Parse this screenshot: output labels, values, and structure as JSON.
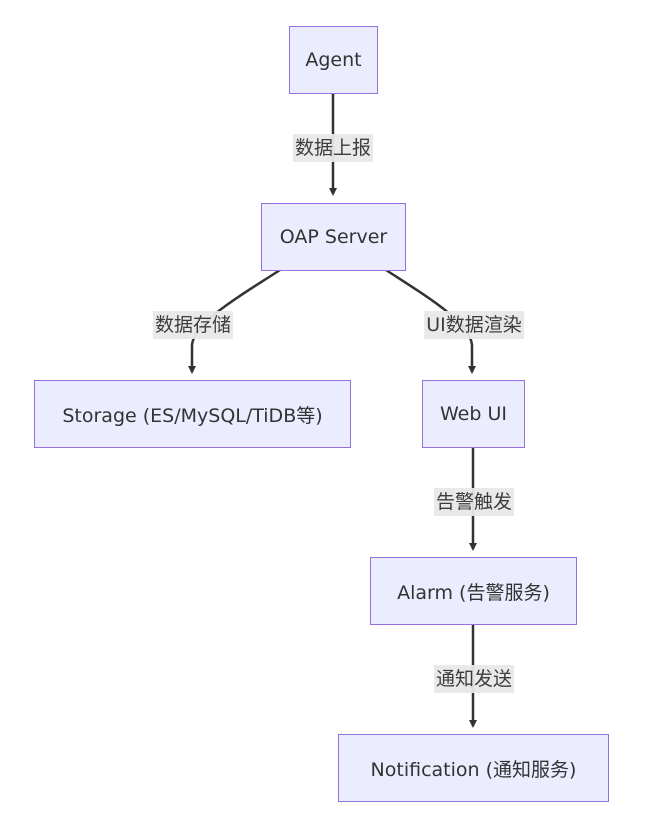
{
  "diagram": {
    "nodes": {
      "agent": "Agent",
      "oap": "OAP Server",
      "storage": "Storage (ES/MySQL/TiDB等)",
      "webui": "Web UI",
      "alarm": "Alarm (告警服务)",
      "notification": "Notification (通知服务)"
    },
    "edges": [
      {
        "from": "agent",
        "to": "oap",
        "label": "数据上报"
      },
      {
        "from": "oap",
        "to": "storage",
        "label": "数据存储"
      },
      {
        "from": "oap",
        "to": "webui",
        "label": "UI数据渲染"
      },
      {
        "from": "webui",
        "to": "alarm",
        "label": "告警触发"
      },
      {
        "from": "alarm",
        "to": "notification",
        "label": "通知发送"
      }
    ],
    "colors": {
      "node_fill": "#ececff",
      "node_border": "#9370db",
      "edge": "#333333",
      "label_bg": "#e8e8e8"
    }
  }
}
